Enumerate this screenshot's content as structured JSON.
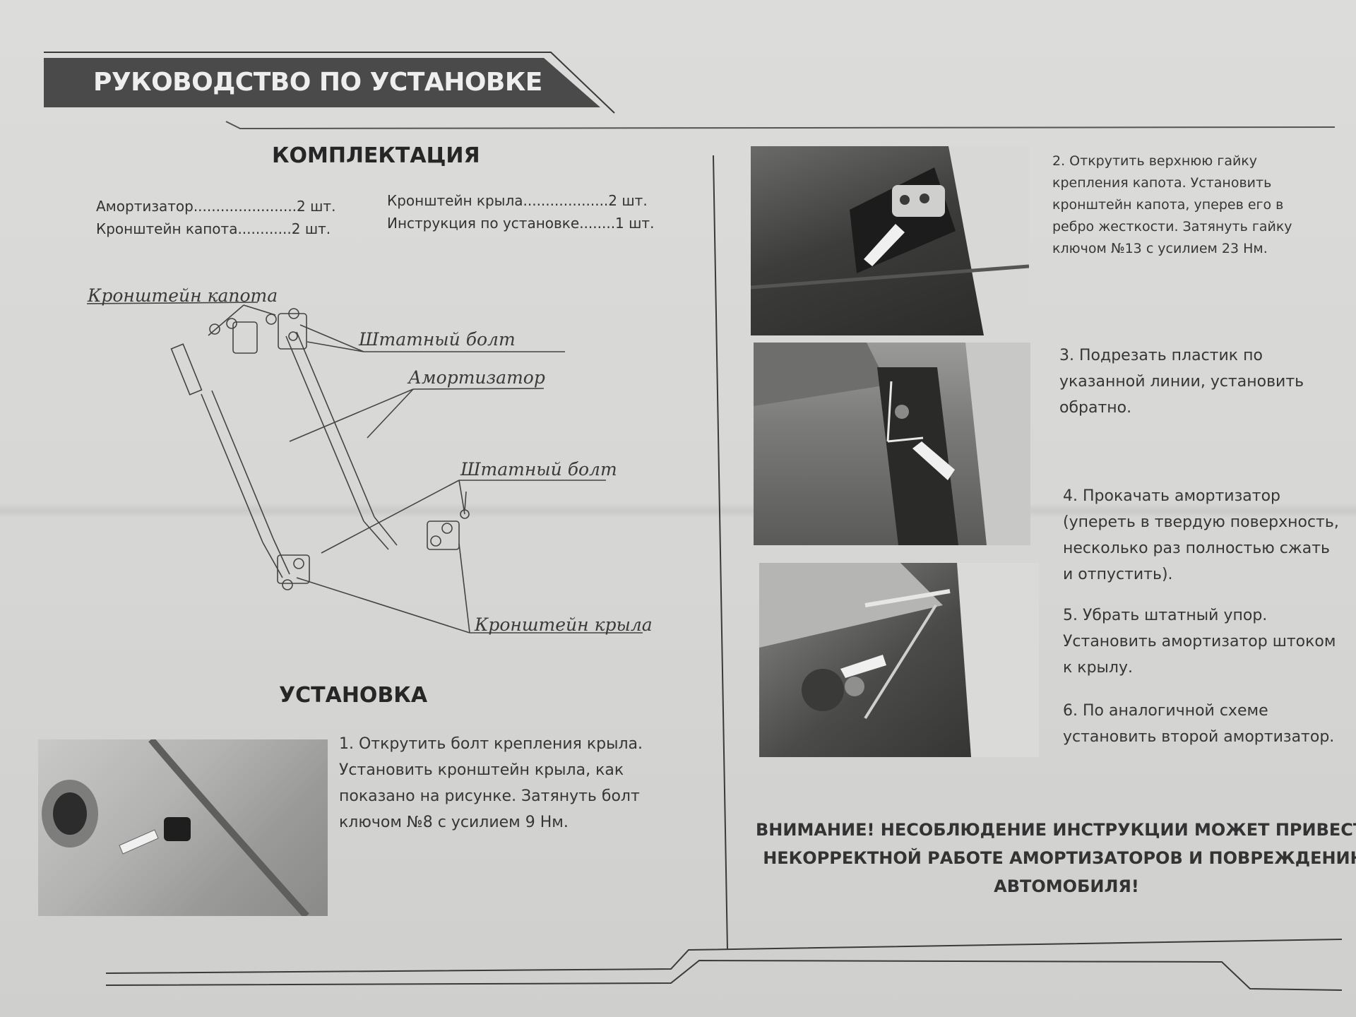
{
  "header": {
    "title": "РУКОВОДСТВО ПО УСТАНОВКЕ"
  },
  "kit": {
    "title": "КОМПЛЕКТАЦИЯ",
    "items": [
      "Амортизатор.......................2 шт.",
      "Кронштейн капота............2 шт.",
      "Кронштейн крыла...................2 шт.",
      "Инструкция по установке........1 шт."
    ]
  },
  "diagram": {
    "labels": {
      "hood_bracket": "Кронштейн капота",
      "stock_bolt_top": "Штатный болт",
      "shock_absorber": "Амортизатор",
      "stock_bolt_bottom": "Штатный болт",
      "wing_bracket": "Кронштейн крыла"
    }
  },
  "installation": {
    "title": "УСТАНОВКА",
    "step1": [
      "1.  Открутить болт крепления крыла.",
      "Установить кронштейн крыла, как",
      "показано на рисунке. Затянуть болт",
      " ключом №8 с усилием 9 Нм."
    ],
    "step2": [
      "2. Открутить верхнюю гайку",
      "крепления капота. Установить",
      "кронштейн капота, уперев его в",
      "ребро жесткости. Затянуть гайку",
      "ключом №13 с усилием 23 Нм."
    ],
    "step3": [
      "3. Подрезать пластик по",
      "указанной линии, установить",
      "обратно."
    ],
    "step4": [
      "4. Прокачать амортизатор",
      "(упереть в твердую поверхность,",
      "несколько раз полностью сжать",
      "и отпустить)."
    ],
    "step5": [
      "5. Убрать штатный упор.",
      "Установить амортизатор штоком",
      "к крылу."
    ],
    "step6": [
      "6. По аналогичной схеме",
      "установить второй амортизатор."
    ]
  },
  "warning": [
    "ВНИМАНИЕ! НЕСОБЛЮДЕНИЕ ИНСТРУКЦИИ МОЖЕТ ПРИВЕСТИ К",
    "НЕКОРРЕКТНОЙ РАБОТЕ АМОРТИЗАТОРОВ И ПОВРЕЖДЕНИЮ",
    "АВТОМОБИЛЯ!"
  ]
}
